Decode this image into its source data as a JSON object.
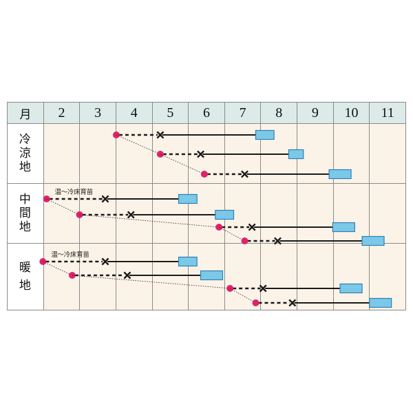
{
  "chart_data": {
    "type": "table",
    "title": "",
    "xlabel": "月",
    "columns": [
      "月",
      "2",
      "3",
      "4",
      "5",
      "6",
      "7",
      "8",
      "9",
      "10",
      "11"
    ],
    "months": [
      2,
      3,
      4,
      5,
      6,
      7,
      8,
      9,
      10,
      11
    ],
    "axis": {
      "min_month": 2,
      "max_month": 12
    },
    "legend": {
      "sow_marker": "●",
      "plant_marker": "×",
      "seedling_line": "dashed",
      "growth_line": "solid",
      "harvest_bar": "blue-bar"
    },
    "rows": [
      {
        "label": "冷涼地",
        "label_chars": [
          "冷",
          "涼",
          "地"
        ],
        "annotation": "",
        "schedules": [
          {
            "sow": 4.1,
            "plant": 5.3,
            "harvest_start": 7.9,
            "harvest_end": 8.4
          },
          {
            "sow": 5.3,
            "plant": 6.4,
            "harvest_start": 8.8,
            "harvest_end": 9.2
          },
          {
            "sow": 6.5,
            "plant": 7.6,
            "harvest_start": 9.9,
            "harvest_end": 10.5
          }
        ]
      },
      {
        "label": "中間地",
        "label_chars": [
          "中",
          "間",
          "地"
        ],
        "annotation": "温〜冷床育苗",
        "schedules": [
          {
            "sow": 2.2,
            "plant": 3.8,
            "harvest_start": 5.8,
            "harvest_end": 6.3
          },
          {
            "sow": 3.1,
            "plant": 4.5,
            "harvest_start": 6.8,
            "harvest_end": 7.3
          },
          {
            "sow": 6.9,
            "plant": 7.8,
            "harvest_start": 10.0,
            "harvest_end": 10.6
          },
          {
            "sow": 7.6,
            "plant": 8.5,
            "harvest_start": 10.8,
            "harvest_end": 11.4
          }
        ]
      },
      {
        "label": "暖　地",
        "label_chars": [
          "暖",
          "地"
        ],
        "annotation": "温〜冷床育苗",
        "schedules": [
          {
            "sow": 2.1,
            "plant": 3.8,
            "harvest_start": 5.8,
            "harvest_end": 6.3
          },
          {
            "sow": 2.9,
            "plant": 4.4,
            "harvest_start": 6.4,
            "harvest_end": 7.0
          },
          {
            "sow": 7.2,
            "plant": 8.1,
            "harvest_start": 10.2,
            "harvest_end": 10.8
          },
          {
            "sow": 7.9,
            "plant": 8.9,
            "harvest_start": 11.0,
            "harvest_end": 11.6
          }
        ]
      }
    ],
    "colors": {
      "harvest_bar_fill": "#7bc9e8",
      "harvest_bar_border": "#2f7fb5",
      "sow_dot": "#e0226b",
      "plant_mark": "#1a1a1a",
      "growth_line": "#1a1a1a",
      "header_bg": "#dceae8",
      "cell_bg": "#fcf3e8",
      "grid": "#8a8a8a",
      "page_bg": "#ffffff"
    }
  }
}
